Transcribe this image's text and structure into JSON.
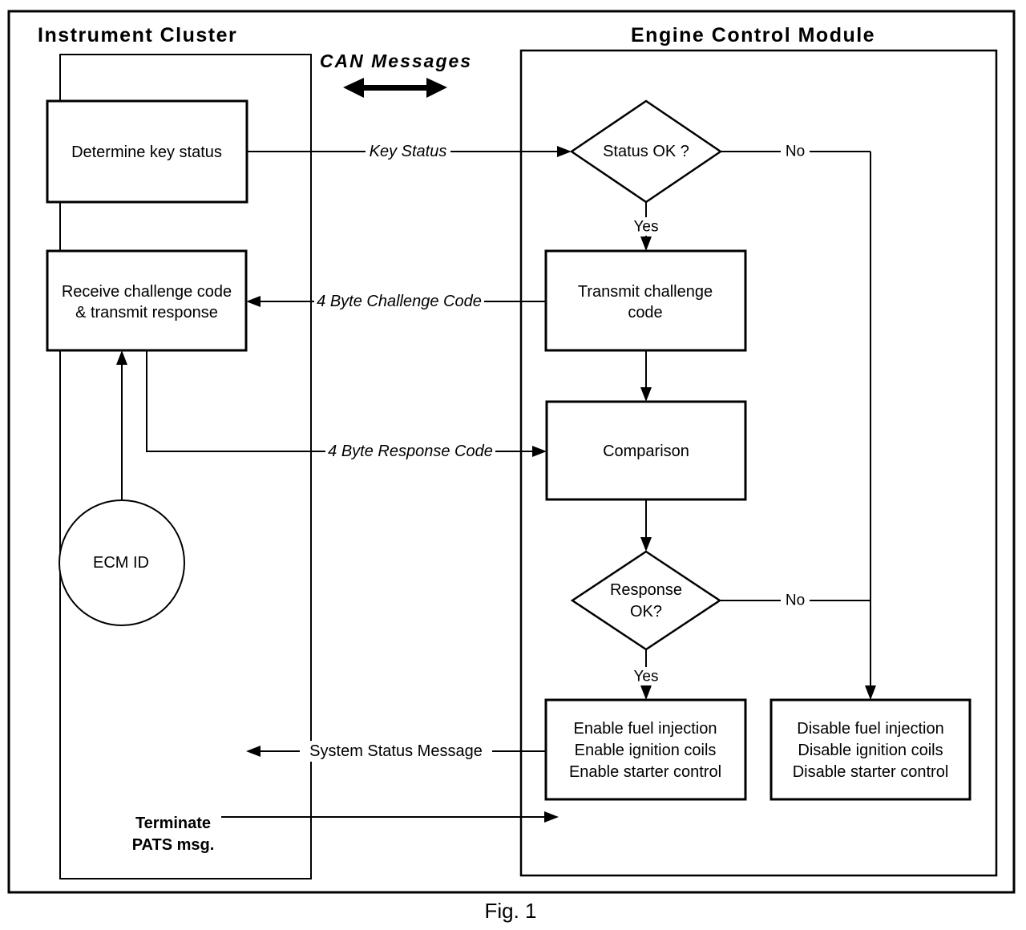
{
  "titles": {
    "left": "Instrument Cluster",
    "right": "Engine Control Module",
    "can": "CAN Messages",
    "fig": "Fig. 1"
  },
  "nodes": {
    "determine": {
      "label": "Determine key status"
    },
    "receive": {
      "line1": "Receive challenge code",
      "line2": "& transmit response"
    },
    "status_ok": {
      "label": "Status OK ?"
    },
    "transmit": {
      "line1": "Transmit challenge",
      "line2": "code"
    },
    "comparison": {
      "label": "Comparison"
    },
    "response_ok": {
      "line1": "Response",
      "line2": "OK?"
    },
    "enable": {
      "line1": "Enable fuel injection",
      "line2": "Enable ignition coils",
      "line3": "Enable starter control"
    },
    "disable": {
      "line1": "Disable fuel injection",
      "line2": "Disable ignition coils",
      "line3": "Disable starter control"
    },
    "ecm_id": {
      "label": "ECM ID"
    },
    "terminate": {
      "line1": "Terminate",
      "line2": "PATS msg."
    }
  },
  "edges": {
    "key_status": "Key Status",
    "challenge": "4 Byte Challenge Code",
    "response": "4 Byte Response Code",
    "system_status": "System Status Message",
    "yes1": "Yes",
    "no1": "No",
    "yes2": "Yes",
    "no2": "No"
  },
  "colors": {
    "ink": "#000000",
    "paper": "#ffffff"
  }
}
